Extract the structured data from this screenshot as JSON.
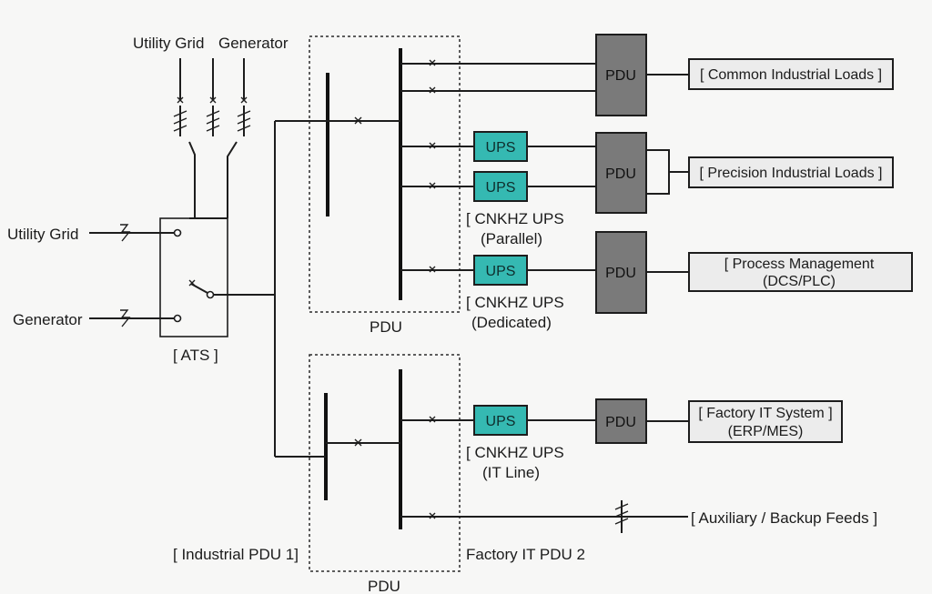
{
  "labels": {
    "utility_grid_top": "Utility Grid",
    "generator_top": "Generator",
    "utility_grid_left": "Utility Grid",
    "generator_left": "Generator",
    "ats": "[ ATS ]",
    "pdu_upper": "PDU",
    "pdu_lower": "PDU",
    "industrial_pdu_1": "[ Industrial PDU 1]",
    "factory_it_pdu_2": "Factory IT PDU 2"
  },
  "ups": {
    "label": "UPS",
    "parallel_caption_line1": "[ CNKHZ UPS",
    "parallel_caption_line2": "(Parallel)",
    "dedicated_caption_line1": "[ CNKHZ UPS",
    "dedicated_caption_line2": "(Dedicated)",
    "itline_caption_line1": "[ CNKHZ UPS",
    "itline_caption_line2": "(IT Line)"
  },
  "pdu_box_label": "PDU",
  "loads": {
    "common": "[ Common Industrial Loads ]",
    "precision": "[ Precision Industrial Loads ]",
    "process_line1": "[ Process Management",
    "process_line2": "(DCS/PLC)",
    "factory_it_line1": "[ Factory IT System ]",
    "factory_it_line2": "(ERP/MES)",
    "auxiliary": "[ Auxiliary / Backup Feeds ]"
  },
  "colors": {
    "ups_fill": "#35b9b2",
    "pdu_fill": "#7a7a7a",
    "load_fill": "#ececec",
    "background": "#f7f7f6"
  }
}
